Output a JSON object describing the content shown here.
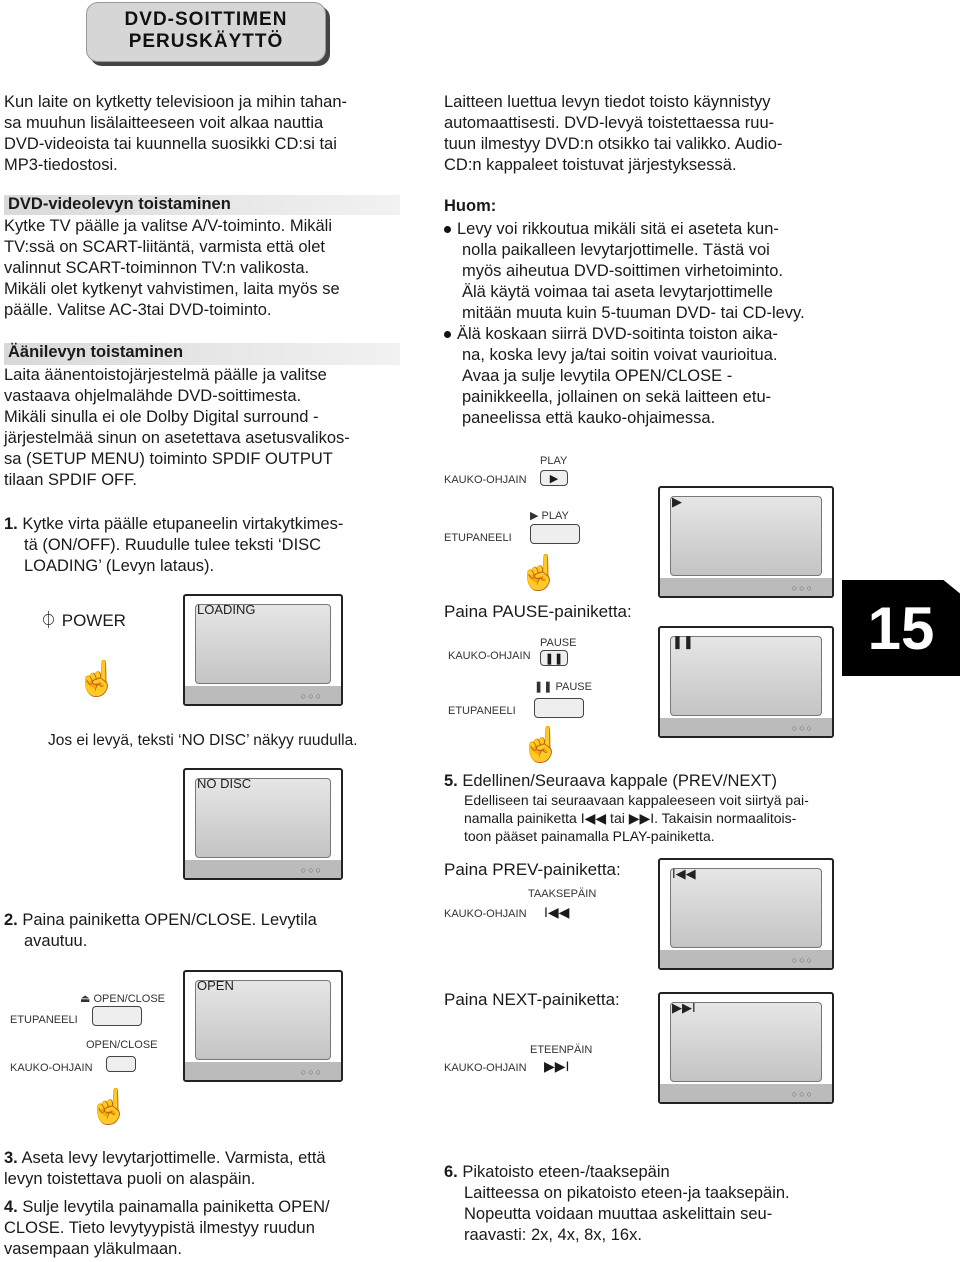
{
  "title": {
    "line1": "DVD-SOITTIMEN",
    "line2": "PERUSKÄYTTÖ"
  },
  "intro": [
    "Kun laite on kytketty televisioon ja mihin tahan-",
    "sa muuhun lisälaitteeseen voit alkaa nauttia",
    "DVD-videoista tai kuunnella suosikki CD:si tai",
    "MP3-tiedostosi."
  ],
  "dvd_section": {
    "heading": "DVD-videolevyn toistaminen",
    "lines": [
      "Kytke TV päälle ja valitse A/V-toiminto. Mikäli",
      "TV:ssä on SCART-liitäntä, varmista että olet",
      "valinnut SCART-toiminnon TV:n valikosta.",
      "Mikäli olet kytkenyt vahvistimen, laita myös se",
      "päälle. Valitse AC-3tai DVD-toiminto."
    ]
  },
  "audio_section": {
    "heading": "Äänilevyn toistaminen",
    "lines": [
      "Laita äänentoistojärjestelmä päälle ja valitse",
      "vastaava ohjelmalähde DVD-soittimesta.",
      "Mikäli sinulla ei ole Dolby  Digital surround -",
      "järjestelmää sinun on asetettava asetusvalikos-",
      "sa (SETUP MENU) toiminto SPDIF OUTPUT",
      "tilaan SPDIF OFF."
    ]
  },
  "step1": {
    "num": "1.",
    "lines": [
      "Kytke virta päälle etupaneelin virtakytkimes-",
      "tä (ON/OFF). Ruudulle tulee teksti ‘DISC",
      "LOADING’ (Levyn lataus)."
    ]
  },
  "power_label": "POWER",
  "tv_loading": "LOADING",
  "no_disc_note": "Jos ei levyä, teksti ‘NO DISC’ näkyy ruudulla.",
  "tv_nodisc": "NO DISC",
  "step2": {
    "num": "2.",
    "lines": [
      "Paina  painiketta  OPEN/CLOSE.  Levytila",
      "avautuu."
    ]
  },
  "open_close_label": "OPEN/CLOSE",
  "tv_open": "OPEN",
  "etupaneeli": "ETUPANEELI",
  "kauko": "KAUKO-OHJAIN",
  "step3": {
    "num": "3.",
    "lines": [
      "Aseta  levy  levytarjottimelle.  Varmista,  että",
      "levyn toistettava puoli on alaspäin."
    ]
  },
  "step4": {
    "num": "4.",
    "lines": [
      "Sulje  levytila  painamalla  painiketta  OPEN/",
      "CLOSE.  Tieto  levytyypistä  ilmestyy  ruudun",
      "vasempaan yläkulmaan."
    ]
  },
  "right_intro": [
    "Laitteen luettua levyn tiedot toisto käynnistyy",
    "automaattisesti. DVD-levyä toistettaessa ruu-",
    "tuun ilmestyy DVD:n otsikko tai valikko. Audio-",
    "CD:n kappaleet toistuvat järjestyksessä."
  ],
  "huom": {
    "heading": "Huom:",
    "bullet1": [
      "Levy voi rikkoutua mikäli sitä ei aseteta kun-",
      "nolla  paikalleen  levytarjottimelle.  Tästä  voi",
      "myös aiheutua DVD-soittimen virhetoiminto.",
      "Älä  käytä  voimaa  tai  aseta  levytarjottimelle",
      "mitään muuta kuin 5-tuuman DVD- tai CD-levy."
    ],
    "bullet2": [
      "Älä koskaan siirrä DVD-soitinta toiston aika-",
      "na,  koska  levy  ja/tai  soitin  voivat  vaurioitua.",
      "Avaa  ja  sulje  levytila  OPEN/CLOSE  -",
      "painikkeella,  jollainen  on  sekä  laitteen  etu-",
      "paneelissa että kauko-ohjaimessa."
    ]
  },
  "play_label": "PLAY",
  "pause_caption": "Paina PAUSE-painiketta:",
  "pause_label": "PAUSE",
  "step5": {
    "num": "5.",
    "title": "Edellinen/Seuraava kappale (PREV/NEXT)",
    "lines": [
      "Edelliseen tai seuraavaan kappaleeseen voit siirtyä pai-",
      "namalla painiketta I◀◀  tai  ▶▶I. Takaisin normaalitois-",
      "toon pääset painamalla PLAY-painiketta."
    ]
  },
  "prev_caption": "Paina PREV-painiketta:",
  "prev_label": "TAAKSEPÄIN",
  "next_caption": "Paina NEXT-painiketta:",
  "next_label": "ETEENPÄIN",
  "step6": {
    "num": "6.",
    "title": "Pikatoisto eteen-/taaksepäin",
    "lines": [
      "Laitteessa on pikatoisto eteen-ja taaksepäin.",
      "Nopeutta  voidaan  muuttaa  askelittain  seu-",
      "raavasti: 2x, 4x, 8x, 16x."
    ]
  },
  "page_number": "15",
  "icons": {
    "power": "power-icon",
    "hand": "hand-pointer-icon",
    "play": "play-icon",
    "pause": "pause-icon",
    "prev": "prev-track-icon",
    "next": "next-track-icon",
    "eject": "eject-icon"
  }
}
